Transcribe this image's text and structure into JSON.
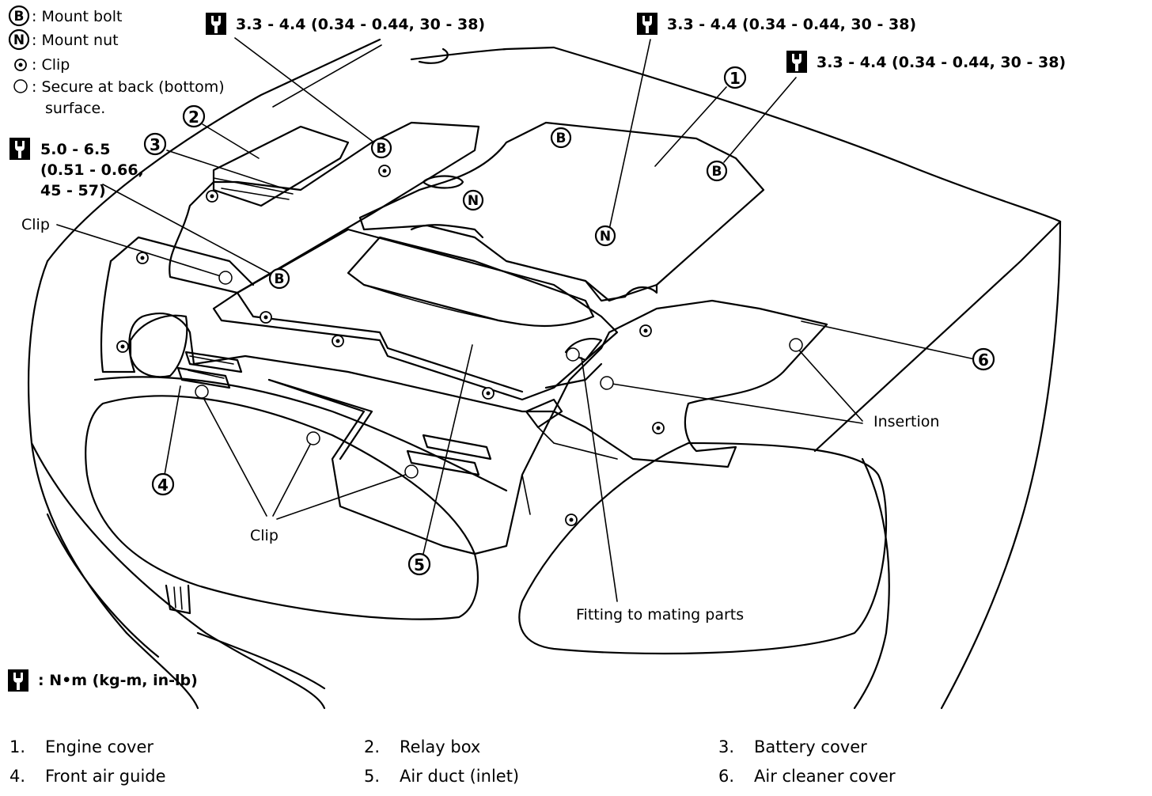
{
  "legend_top": {
    "mount_bolt": {
      "symbol": "B",
      "label": ": Mount bolt"
    },
    "mount_nut": {
      "symbol": "N",
      "label": ": Mount nut"
    },
    "clip": {
      "label": ": Clip"
    },
    "secure": {
      "label_line1": ": Secure at back (bottom)",
      "label_line2": "surface."
    }
  },
  "torque": {
    "t1": "3.3 - 4.4 (0.34 - 0.44, 30 - 38)",
    "t2": "3.3 - 4.4 (0.34 - 0.44, 30 - 38)",
    "t3": "3.3 - 4.4 (0.34 - 0.44, 30 - 38)",
    "t4_line1": "5.0 - 6.5",
    "t4_line2": "(0.51 - 0.66,",
    "t4_line3": "45 - 57)",
    "unit": ": N•m  (kg-m,  in-lb)"
  },
  "callouts": {
    "c1": "1",
    "c2": "2",
    "c3": "3",
    "c4": "4",
    "c5": "5",
    "c6": "6",
    "bolt": "B",
    "nut": "N"
  },
  "labels": {
    "clip_left": "Clip",
    "clip_bottom": "Clip",
    "insertion": "Insertion",
    "fitting": "Fitting to mating parts"
  },
  "parts": [
    {
      "num": "1.",
      "name": "Engine cover"
    },
    {
      "num": "2.",
      "name": "Relay box"
    },
    {
      "num": "3.",
      "name": "Battery cover"
    },
    {
      "num": "4.",
      "name": "Front air guide"
    },
    {
      "num": "5.",
      "name": "Air duct (inlet)"
    },
    {
      "num": "6.",
      "name": "Air cleaner cover"
    }
  ]
}
